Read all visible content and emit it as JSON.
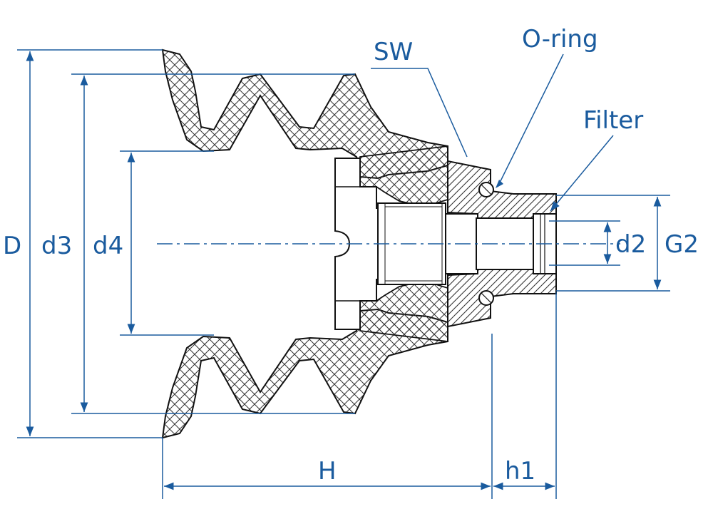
{
  "labels": {
    "D": "D",
    "d3": "d3",
    "d4": "d4",
    "d2": "d2",
    "G2": "G2",
    "H": "H",
    "h1": "h1",
    "SW": "SW",
    "oring": "O-ring",
    "filter": "Filter"
  },
  "colors": {
    "dimension": "#1a5b9e",
    "outline": "#111111",
    "hatch": "#333333"
  }
}
